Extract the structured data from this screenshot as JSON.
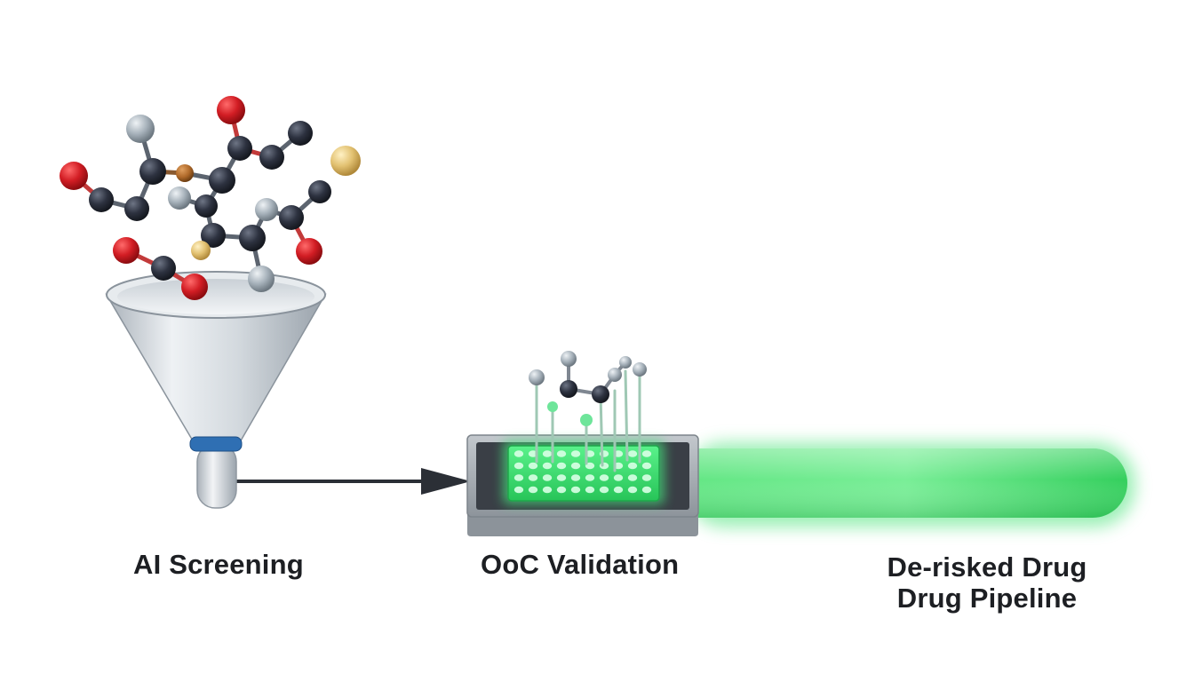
{
  "stages": [
    {
      "id": "ai-screening",
      "label": "AI Screening",
      "icon": "funnel-icon"
    },
    {
      "id": "ooc-validation",
      "label": "OoC Validation",
      "icon": "organ-on-chip-icon"
    },
    {
      "id": "pipeline",
      "label_line1": "De-risked Drug",
      "label_line2": "Drug Pipeline",
      "icon": "pipeline-bar-icon"
    }
  ],
  "colors": {
    "carbon": "#2d3240",
    "oxygen": "#d21d24",
    "hydrogen": "#a7b2bb",
    "sulfur": "#e2c171",
    "nitrogen": "#b06a2a",
    "funnel": "#d7dde2",
    "funnel_band": "#2f6fb3",
    "arrow": "#2b2f36",
    "chip_frame": "#9aa1a8",
    "chip_well": "#3a3f46",
    "chip_green": "#45e07a",
    "pipeline_green": "#3fd769"
  }
}
